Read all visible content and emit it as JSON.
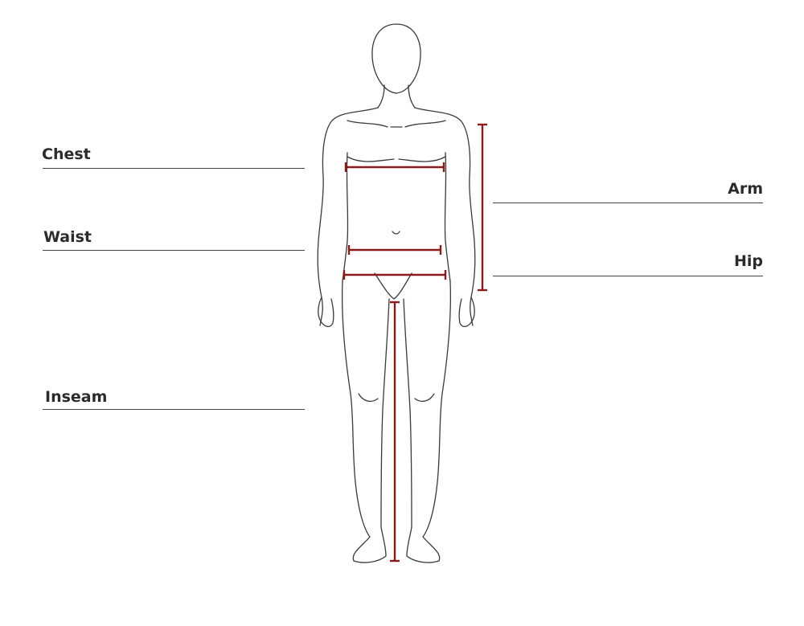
{
  "colors": {
    "background": "#ffffff",
    "outline": "#3a3a3a",
    "measure": "#8b1a1a",
    "label": "#2b2b2b",
    "rule": "#444444"
  },
  "labels": {
    "chest": "Chest",
    "waist": "Waist",
    "inseam": "Inseam",
    "arm": "Arm",
    "hip": "Hip"
  },
  "figure": {
    "icon": "human-body-outline-icon"
  }
}
